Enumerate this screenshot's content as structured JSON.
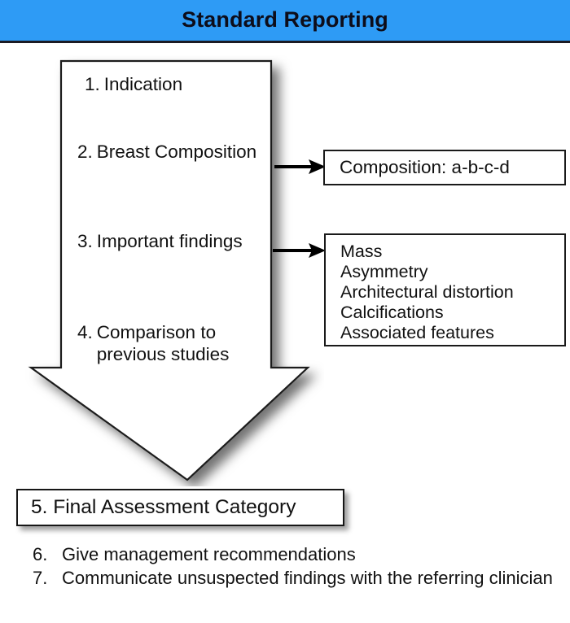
{
  "header": {
    "title": "Standard Reporting",
    "bar_color": "#2E9BF5",
    "text_color": "#0d0d1a"
  },
  "flow_arrow": {
    "shape": "down-arrow",
    "fill": "#ffffff",
    "stroke": "#1a1a1a",
    "steps": [
      {
        "number": "1.",
        "text": "Indication"
      },
      {
        "number": "2.",
        "text": "Breast Composition"
      },
      {
        "number": "3.",
        "text": "Important findings"
      },
      {
        "number": "4.",
        "text": "Comparison to previous studies"
      }
    ]
  },
  "connectors": [
    {
      "name": "arrow-to-composition",
      "from": "Breast Composition",
      "to": "Composition box"
    },
    {
      "name": "arrow-to-findings",
      "from": "Important findings",
      "to": "Findings box"
    }
  ],
  "composition_box": {
    "text": "Composition: a-b-c-d"
  },
  "findings_box": {
    "lines": [
      "Mass",
      "Asymmetry",
      "Architectural distortion",
      "Calcifications",
      "Associated features"
    ]
  },
  "final_assessment": {
    "number": "5.",
    "text": "5. Final Assessment Category"
  },
  "bottom_list": [
    {
      "number": "6.",
      "text": "Give management recommendations"
    },
    {
      "number": "7.",
      "text": "Communicate unsuspected findings with the referring clinician"
    }
  ]
}
